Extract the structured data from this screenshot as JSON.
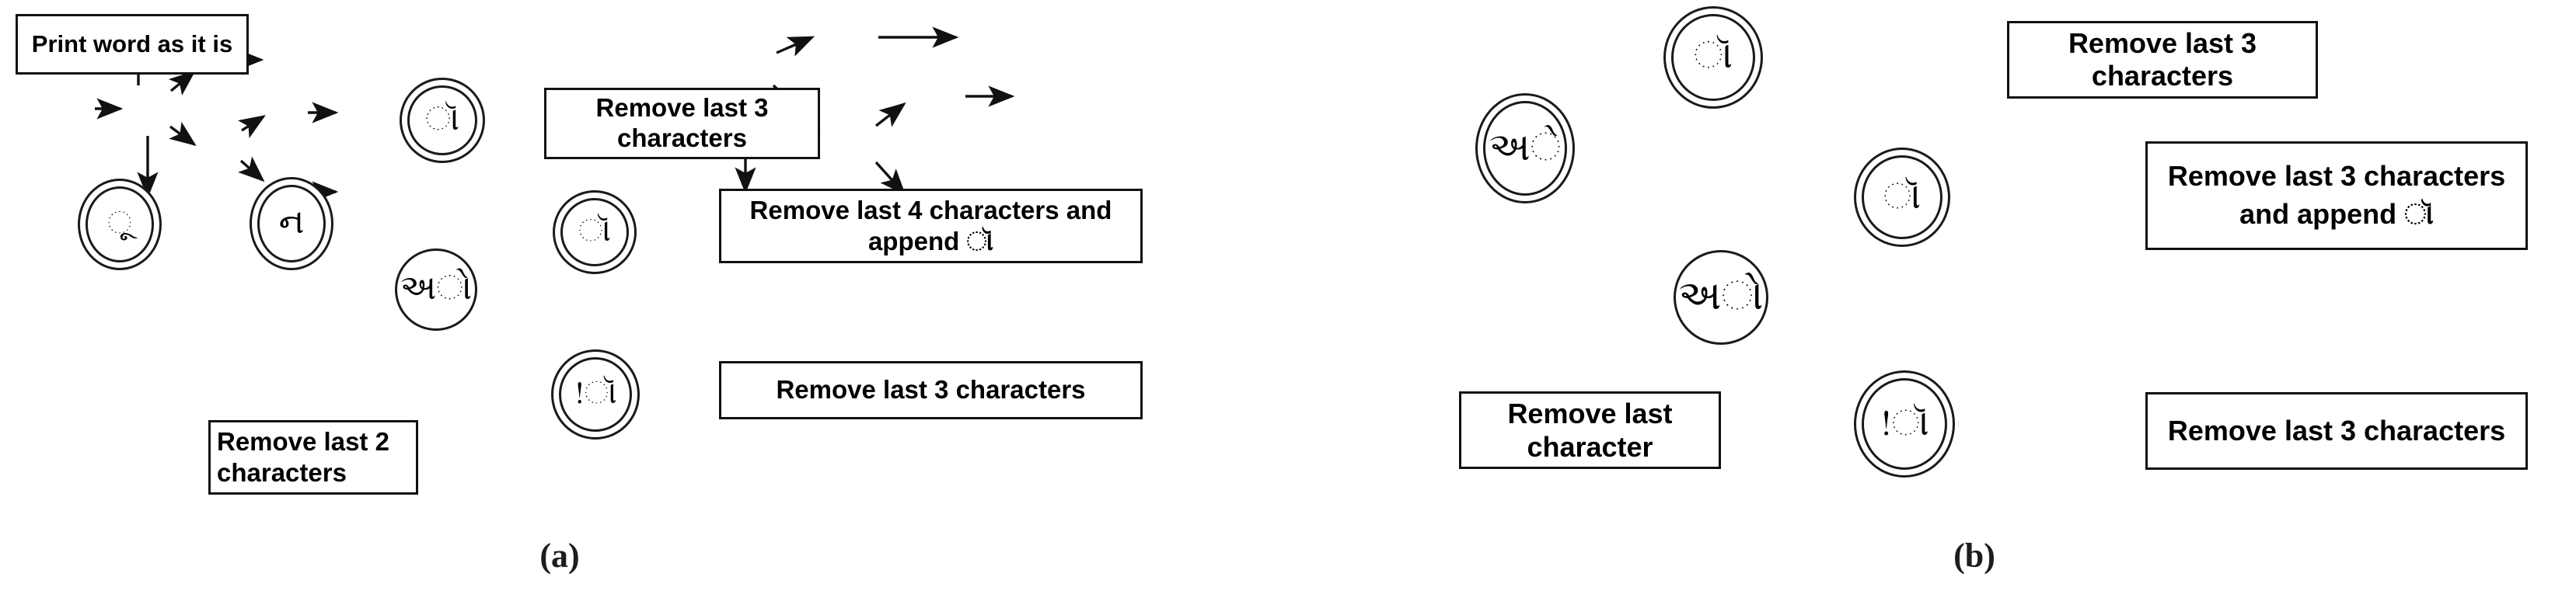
{
  "figure": {
    "panels": [
      {
        "id": "panel-a",
        "caption": "(a)",
        "nodes": [
          {
            "id": "a-start",
            "label": "ૂ",
            "type": "accept"
          },
          {
            "id": "a-na",
            "label": "ન",
            "type": "accept"
          },
          {
            "id": "a-o1",
            "label": "ૉ",
            "type": "accept"
          },
          {
            "id": "a-ao",
            "label": "અો",
            "type": "normal"
          },
          {
            "id": "a-o2",
            "label": "ૉ",
            "type": "accept"
          },
          {
            "id": "a-exo",
            "label": "!ૉ",
            "type": "accept"
          }
        ],
        "actions": [
          {
            "id": "a-act-print",
            "text": "Print word as it is"
          },
          {
            "id": "a-act-r3",
            "text": "Remove last 3 characters"
          },
          {
            "id": "a-act-r4",
            "text": "Remove last 4 characters and append ૉ"
          },
          {
            "id": "a-act-r3b",
            "text": "Remove last 3 characters"
          },
          {
            "id": "a-act-r2",
            "text": "Remove last 2 characters"
          }
        ]
      },
      {
        "id": "panel-b",
        "caption": "(b)",
        "nodes": [
          {
            "id": "b-start",
            "label": "અે",
            "type": "accept"
          },
          {
            "id": "b-o1",
            "label": "ૉ",
            "type": "accept"
          },
          {
            "id": "b-ao",
            "label": "અો",
            "type": "normal"
          },
          {
            "id": "b-o2",
            "label": "ૉ",
            "type": "accept"
          },
          {
            "id": "b-exo",
            "label": "!ૉ",
            "type": "accept"
          }
        ],
        "actions": [
          {
            "id": "b-act-r3",
            "text": "Remove last 3 characters"
          },
          {
            "id": "b-act-r3app",
            "text": "Remove last 3 characters and append ૉ"
          },
          {
            "id": "b-act-r1",
            "text": "Remove last character"
          },
          {
            "id": "b-act-r3b",
            "text": "Remove last 3 characters"
          }
        ]
      }
    ],
    "colors": {
      "stroke": "#111111",
      "background": "#ffffff",
      "text": "#000000"
    }
  }
}
